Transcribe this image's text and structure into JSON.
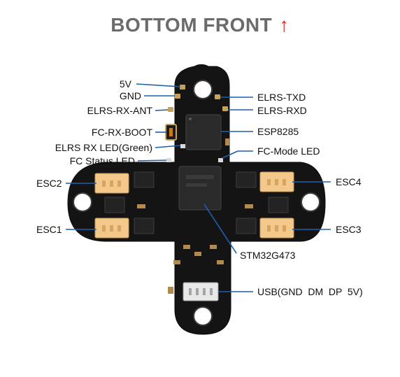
{
  "title": {
    "text": "BOTTOM FRONT",
    "arrow_glyph": "↑",
    "arrow_color": "#e0231c"
  },
  "labels": {
    "v5": "5V",
    "gnd": "GND",
    "elrs_rx_ant": "ELRS-RX-ANT",
    "fc_rx_boot": "FC-RX-BOOT",
    "elrs_rx_led": "ELRS RX LED(Green)",
    "fc_status_led": "FC Status LED",
    "esc2": "ESC2",
    "esc1": "ESC1",
    "elrs_txd": "ELRS-TXD",
    "elrs_rxd": "ELRS-RXD",
    "esp8285": "ESP8285",
    "fc_mode_led": "FC-Mode LED",
    "esc4": "ESC4",
    "esc3": "ESC3",
    "stm32": "STM32G473",
    "usb": "USB(GND  DM  DP  5V)"
  },
  "colors": {
    "board": "#141414",
    "leader_line": "#1f5fa8",
    "connector": "#f2c98a",
    "pad": "#c9a25a",
    "chip": "#2a2a2a"
  }
}
